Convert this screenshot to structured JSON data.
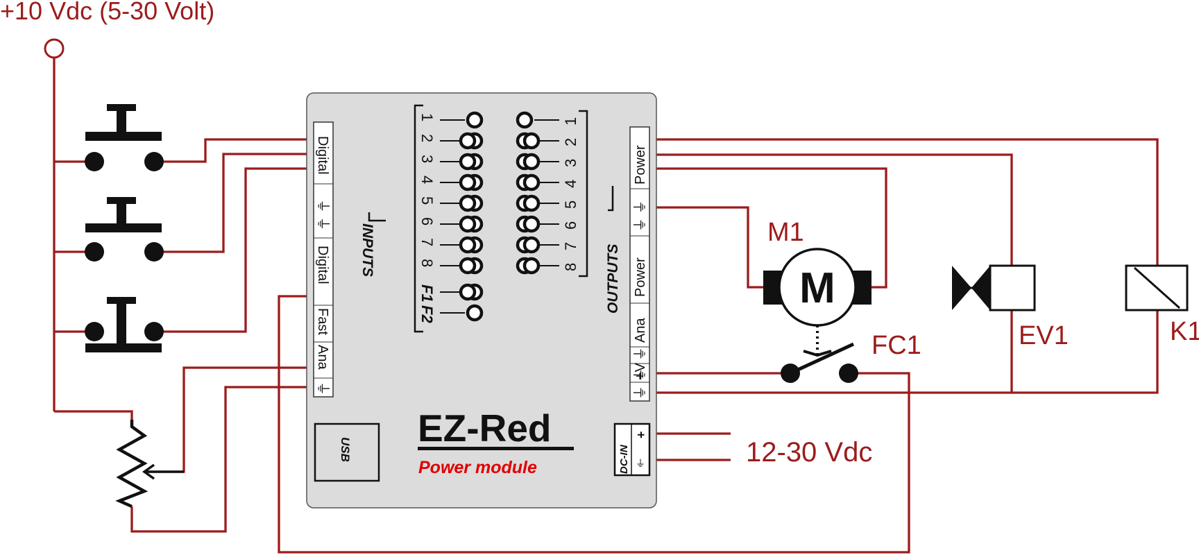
{
  "supply_label": "+10 Vdc (5-30 Volt)",
  "dc_supply_label": "12-30 Vdc",
  "module": {
    "brand": "EZ-Red",
    "subtitle": "Power module",
    "usb_label": "USB",
    "dcin_label": "DC-IN",
    "dcin_plus": "+",
    "inputs_label": "INPUTS",
    "outputs_label": "OUTPUTS",
    "input_pins": [
      "1",
      "2",
      "3",
      "4",
      "5",
      "6",
      "7",
      "8",
      "F1",
      "F2"
    ],
    "output_pins": [
      "1",
      "2",
      "3",
      "4",
      "5",
      "6",
      "7",
      "8"
    ],
    "left_ports": [
      "Digital",
      "⏚ ⏚",
      "Digital",
      "Fast",
      "Ana",
      "⏚"
    ],
    "right_ports": [
      "Power",
      "⏚ ⏚",
      "Power",
      "Ana",
      "⏚",
      "+V",
      "⏚ ⏚"
    ]
  },
  "components": {
    "motor_ref": "M1",
    "motor_symbol": "M",
    "limit_switch_ref": "FC1",
    "valve_ref": "EV1",
    "relay_ref": "K1"
  },
  "colors": {
    "wire": "#9b1c1c",
    "module_body": "#dcdcdc",
    "brand_text": "#111111",
    "subtitle_text": "#e00000"
  }
}
